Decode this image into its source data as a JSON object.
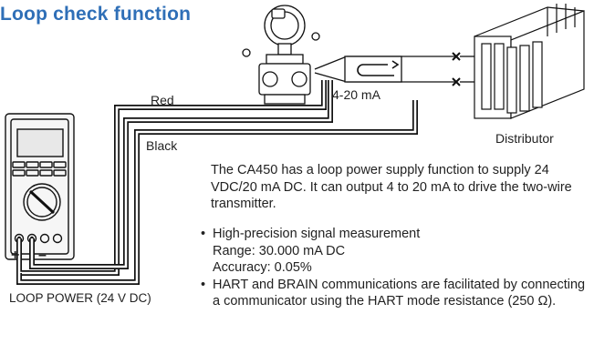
{
  "title": "Loop check function",
  "labels": {
    "red": "Red",
    "black": "Black",
    "current": "4-20 mA",
    "distributor": "Distributor",
    "loop_power": "LOOP POWER (24 V DC)",
    "plus": "+",
    "minus": "–"
  },
  "description": "The CA450 has a loop power supply function to supply 24 VDC/20 mA DC. It can output 4 to 20 mA to drive the two-wire transmitter.",
  "bullets": [
    {
      "text": "High-precision signal measurement",
      "lines": [
        "Range: 30.000 mA DC",
        "Accuracy: 0.05%"
      ]
    },
    {
      "text": "HART and BRAIN communications are facilitated by connecting a communicator using the HART mode resistance (250 Ω).",
      "lines": []
    }
  ],
  "colors": {
    "title": "#2f6fb7",
    "wire": "#111111"
  }
}
